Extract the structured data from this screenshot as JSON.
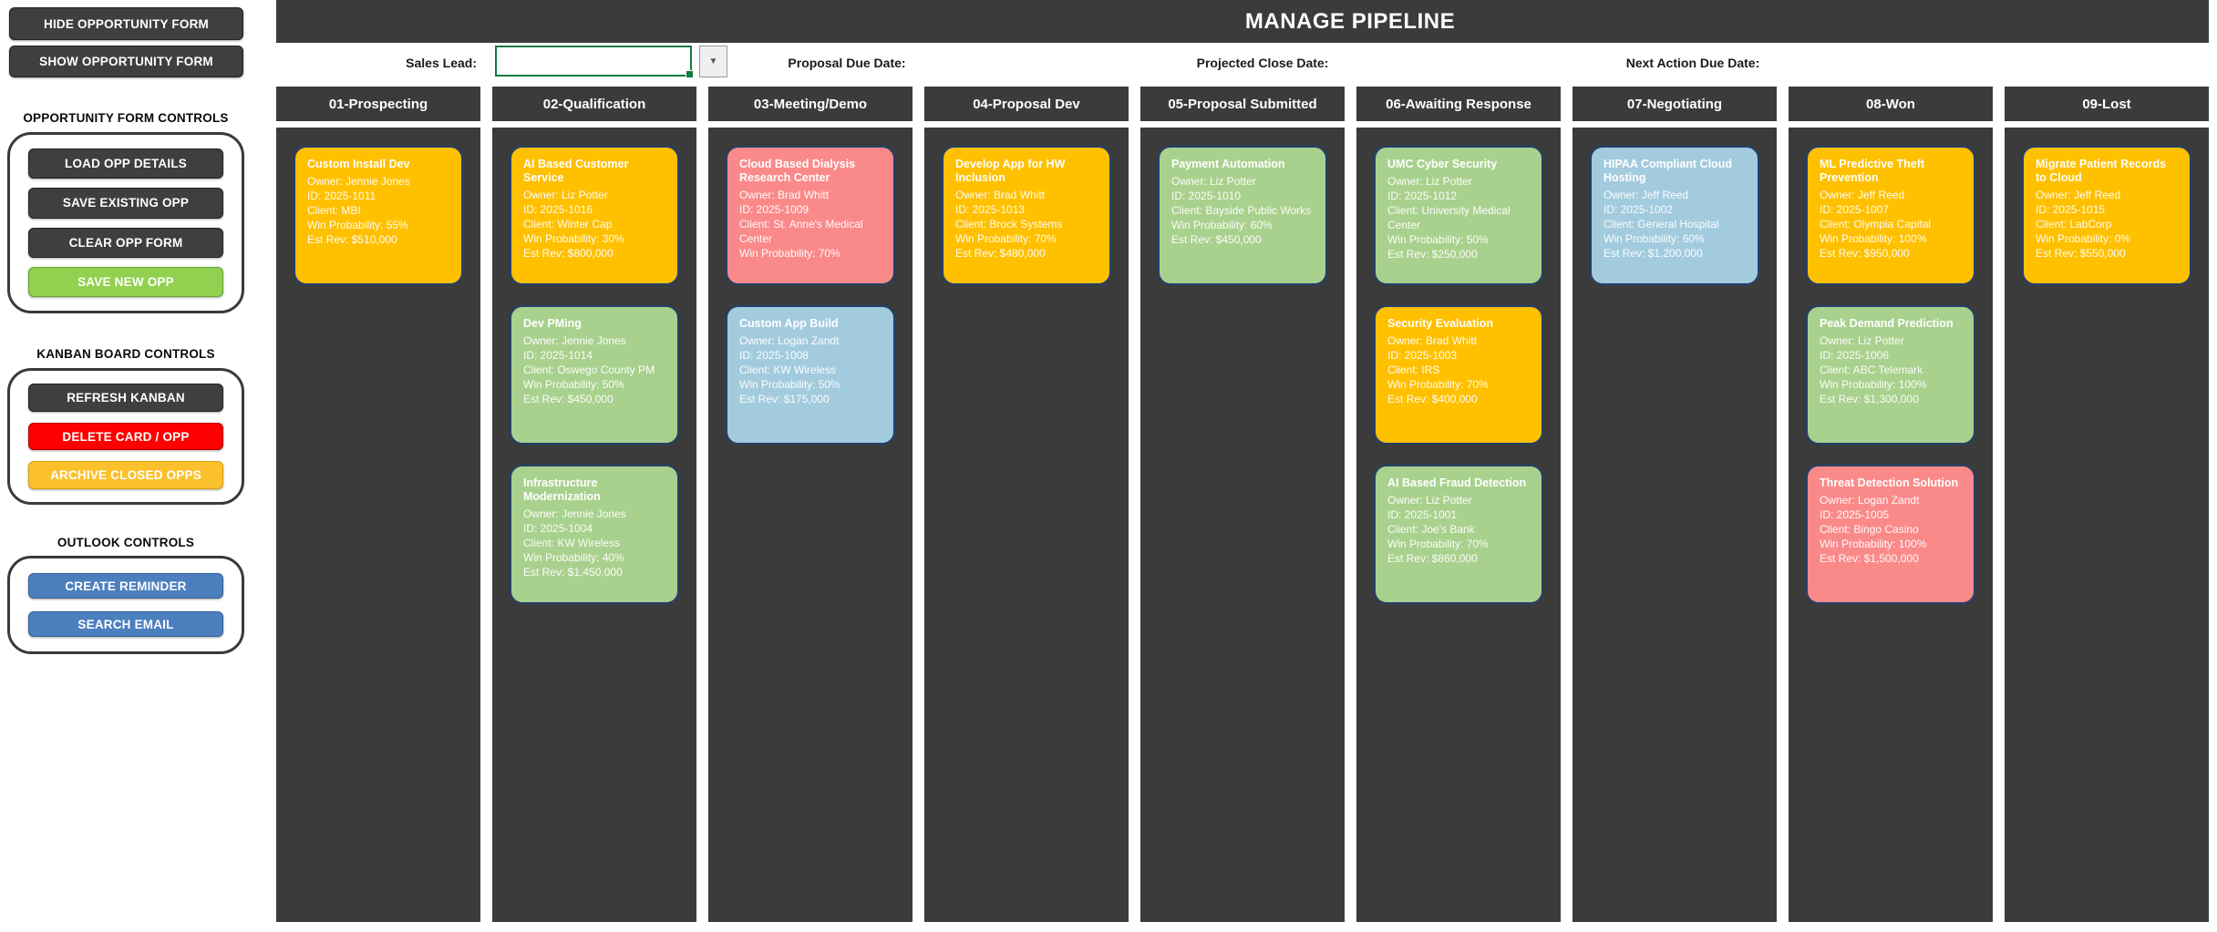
{
  "header": {
    "title": "MANAGE PIPELINE"
  },
  "sidebar": {
    "standalone_buttons": [
      {
        "label": "HIDE OPPORTUNITY FORM",
        "style": "dark"
      },
      {
        "label": "SHOW OPPORTUNITY FORM",
        "style": "dark"
      }
    ],
    "sections": [
      {
        "heading": "OPPORTUNITY FORM CONTROLS",
        "buttons": [
          {
            "label": "LOAD OPP DETAILS",
            "style": "dark"
          },
          {
            "label": "SAVE EXISTING OPP",
            "style": "dark"
          },
          {
            "label": "CLEAR OPP FORM",
            "style": "dark"
          },
          {
            "label": "SAVE NEW OPP",
            "style": "green"
          }
        ]
      },
      {
        "heading": "KANBAN BOARD CONTROLS",
        "buttons": [
          {
            "label": "REFRESH KANBAN",
            "style": "dark"
          },
          {
            "label": "DELETE CARD / OPP",
            "style": "red"
          },
          {
            "label": "ARCHIVE CLOSED OPPS",
            "style": "amber"
          }
        ]
      },
      {
        "heading": "OUTLOOK CONTROLS",
        "buttons": [
          {
            "label": "CREATE REMINDER",
            "style": "blue"
          },
          {
            "label": "SEARCH EMAIL",
            "style": "blue"
          }
        ]
      }
    ]
  },
  "filters": {
    "sales_lead": {
      "label": "Sales Lead:",
      "value": "",
      "dropdown_icon": "chevron-down-icon"
    },
    "proposal_due": {
      "label": "Proposal Due Date:",
      "value": ""
    },
    "projected_close": {
      "label": "Projected Close Date:",
      "value": ""
    },
    "next_action": {
      "label": "Next Action Due Date:",
      "value": ""
    }
  },
  "board": {
    "columns": [
      {
        "name": "01-Prospecting",
        "cards": [
          {
            "title": "Custom Install Dev",
            "color": "gold",
            "lines": [
              "Owner: Jennie Jones",
              "ID: 2025-1011",
              "Client: MBI",
              "Win Probability: 55%",
              "Est Rev: $510,000"
            ]
          }
        ]
      },
      {
        "name": "02-Qualification",
        "cards": [
          {
            "title": "AI Based Customer Service",
            "color": "gold",
            "lines": [
              "Owner: Liz Potter",
              "ID: 2025-1016",
              "Client: Winter Cap",
              "Win Probability: 30%",
              "Est Rev: $800,000"
            ]
          },
          {
            "title": "Dev PMing",
            "color": "green",
            "lines": [
              "Owner: Jennie Jones",
              "ID: 2025-1014",
              "Client: Oswego County PM",
              "Win Probability: 50%",
              "Est Rev: $450,000"
            ]
          },
          {
            "title": "Infrastructure Modernization",
            "color": "green",
            "lines": [
              "Owner: Jennie Jones",
              "ID: 2025-1004",
              "Client: KW Wireless",
              "Win Probability: 40%",
              "Est Rev: $1,450,000"
            ]
          }
        ]
      },
      {
        "name": "03-Meeting/Demo",
        "cards": [
          {
            "title": "Cloud Based Dialysis Research Center",
            "color": "red",
            "lines": [
              "Owner: Brad Whitt",
              "ID: 2025-1009",
              "Client: St. Anne's Medical Center",
              "Win Probability: 70%"
            ]
          },
          {
            "title": "Custom App Build",
            "color": "blue",
            "lines": [
              "Owner: Logan Zandt",
              "ID: 2025-1008",
              "Client: KW Wireless",
              "Win Probability: 50%",
              "Est Rev: $175,000"
            ]
          }
        ]
      },
      {
        "name": "04-Proposal Dev",
        "cards": [
          {
            "title": "Develop App for HW Inclusion",
            "color": "gold",
            "lines": [
              "Owner: Brad Whitt",
              "ID: 2025-1013",
              "Client: Brock Systems",
              "Win Probability: 70%",
              "Est Rev: $480,000"
            ]
          }
        ]
      },
      {
        "name": "05-Proposal Submitted",
        "cards": [
          {
            "title": "Payment Automation",
            "color": "green",
            "lines": [
              "Owner: Liz Potter",
              "ID: 2025-1010",
              "Client: Bayside Public Works",
              "Win Probability: 60%",
              "Est Rev: $450,000"
            ]
          }
        ]
      },
      {
        "name": "06-Awaiting Response",
        "cards": [
          {
            "title": "UMC Cyber Security",
            "color": "green",
            "lines": [
              "Owner: Liz Potter",
              "ID: 2025-1012",
              "Client: University Medical Center",
              "Win Probability: 50%",
              "Est Rev: $250,000"
            ]
          },
          {
            "title": "Security Evaluation",
            "color": "gold",
            "lines": [
              "Owner: Brad Whitt",
              "ID: 2025-1003",
              "Client: IRS",
              "Win Probability: 70%",
              "Est Rev: $400,000"
            ]
          },
          {
            "title": "AI Based Fraud Detection",
            "color": "green",
            "lines": [
              "Owner: Liz Potter",
              "ID: 2025-1001",
              "Client: Joe's Bank",
              "Win Probability: 70%",
              "Est Rev: $860,000"
            ]
          }
        ]
      },
      {
        "name": "07-Negotiating",
        "cards": [
          {
            "title": "HIPAA Compliant Cloud Hosting",
            "color": "blue",
            "lines": [
              "Owner: Jeff Reed",
              "ID: 2025-1002",
              "Client: General Hospital",
              "Win Probability: 60%",
              "Est Rev: $1,200,000"
            ]
          }
        ]
      },
      {
        "name": "08-Won",
        "cards": [
          {
            "title": "ML Predictive Theft Prevention",
            "color": "gold",
            "lines": [
              "Owner: Jeff Reed",
              "ID: 2025-1007",
              "Client: Olympia Capital",
              "Win Probability: 100%",
              "Est Rev: $950,000"
            ]
          },
          {
            "title": "Peak Demand Prediction",
            "color": "green",
            "lines": [
              "Owner: Liz Potter",
              "ID: 2025-1006",
              "Client: ABC Telemark",
              "Win Probability: 100%",
              "Est Rev: $1,300,000"
            ]
          },
          {
            "title": "Threat Detection Solution",
            "color": "red",
            "lines": [
              "Owner: Logan Zandt",
              "ID: 2025-1005",
              "Client: Bingo Casino",
              "Win Probability: 100%",
              "Est Rev: $1,500,000"
            ]
          }
        ]
      },
      {
        "name": "09-Lost",
        "cards": [
          {
            "title": "Migrate Patient Records to Cloud",
            "color": "gold",
            "lines": [
              "Owner: Jeff Reed",
              "ID: 2025-1015",
              "Client: LabCorp",
              "Win Probability: 0%",
              "Est Rev: $550,000"
            ]
          }
        ]
      }
    ]
  },
  "colors": {
    "gold": "#FFC000",
    "green": "#A9D18E",
    "red": "#FA8A8A",
    "blue": "#A3CBDE",
    "board_dark": "#3B3B3C",
    "button_dark": "#3F3F3F",
    "button_green": "#92D050",
    "button_red": "#FE0000",
    "button_amber": "#FBC12C",
    "button_blue": "#4C7FBE",
    "selected_cell_border": "#107C41"
  }
}
